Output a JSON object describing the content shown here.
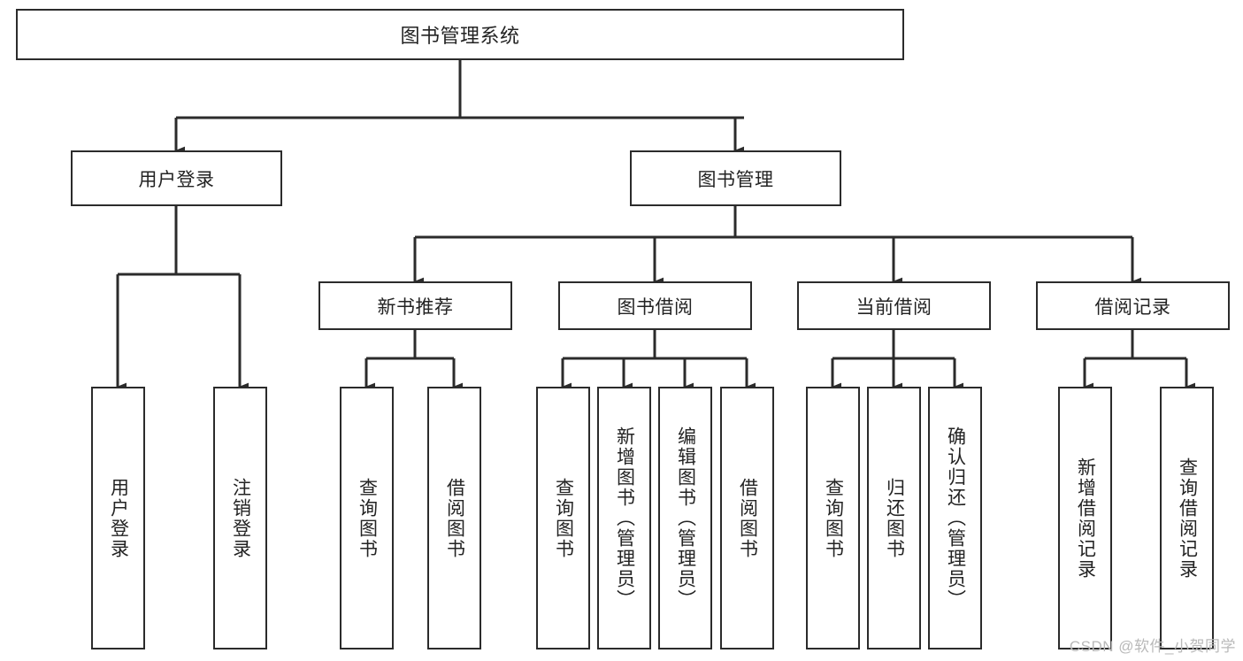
{
  "diagram": {
    "title": "图书管理系统",
    "type": "tree",
    "watermark": "CSDN @软件_小贺同学",
    "colors": {
      "stroke": "#2b2b2b",
      "fill": "#ffffff",
      "text": "#232323",
      "watermark": "#b9b9b9"
    },
    "nodes": {
      "root": {
        "label": "图书管理系统",
        "level": 1
      },
      "level2": [
        {
          "id": "user-login",
          "label": "用户登录"
        },
        {
          "id": "book-management",
          "label": "图书管理"
        }
      ],
      "level3": [
        {
          "id": "new-book-recommend",
          "label": "新书推荐",
          "parent": "book-management"
        },
        {
          "id": "book-borrow",
          "label": "图书借阅",
          "parent": "book-management"
        },
        {
          "id": "current-borrow",
          "label": "当前借阅",
          "parent": "book-management"
        },
        {
          "id": "borrow-record",
          "label": "借阅记录",
          "parent": "book-management"
        }
      ],
      "leaves": [
        {
          "id": "leaf-user-login",
          "label": "用户登录",
          "parent": "user-login"
        },
        {
          "id": "leaf-logout-login",
          "label": "注销登录",
          "parent": "user-login"
        },
        {
          "id": "leaf-query-book-1",
          "label": "查询图书",
          "parent": "new-book-recommend"
        },
        {
          "id": "leaf-borrow-book-1",
          "label": "借阅图书",
          "parent": "new-book-recommend"
        },
        {
          "id": "leaf-query-book-2",
          "label": "查询图书",
          "parent": "book-borrow"
        },
        {
          "id": "leaf-add-book-admin",
          "label": "新增图书（管理员）",
          "parent": "book-borrow"
        },
        {
          "id": "leaf-edit-book-admin",
          "label": "编辑图书（管理员）",
          "parent": "book-borrow"
        },
        {
          "id": "leaf-borrow-book-2",
          "label": "借阅图书",
          "parent": "book-borrow"
        },
        {
          "id": "leaf-query-book-3",
          "label": "查询图书",
          "parent": "current-borrow"
        },
        {
          "id": "leaf-return-book",
          "label": "归还图书",
          "parent": "current-borrow"
        },
        {
          "id": "leaf-confirm-return-admin",
          "label": "确认归还（管理员）",
          "parent": "current-borrow"
        },
        {
          "id": "leaf-add-borrow-record",
          "label": "新增借阅记录",
          "parent": "borrow-record"
        },
        {
          "id": "leaf-query-borrow-record",
          "label": "查询借阅记录",
          "parent": "borrow-record"
        }
      ]
    }
  }
}
